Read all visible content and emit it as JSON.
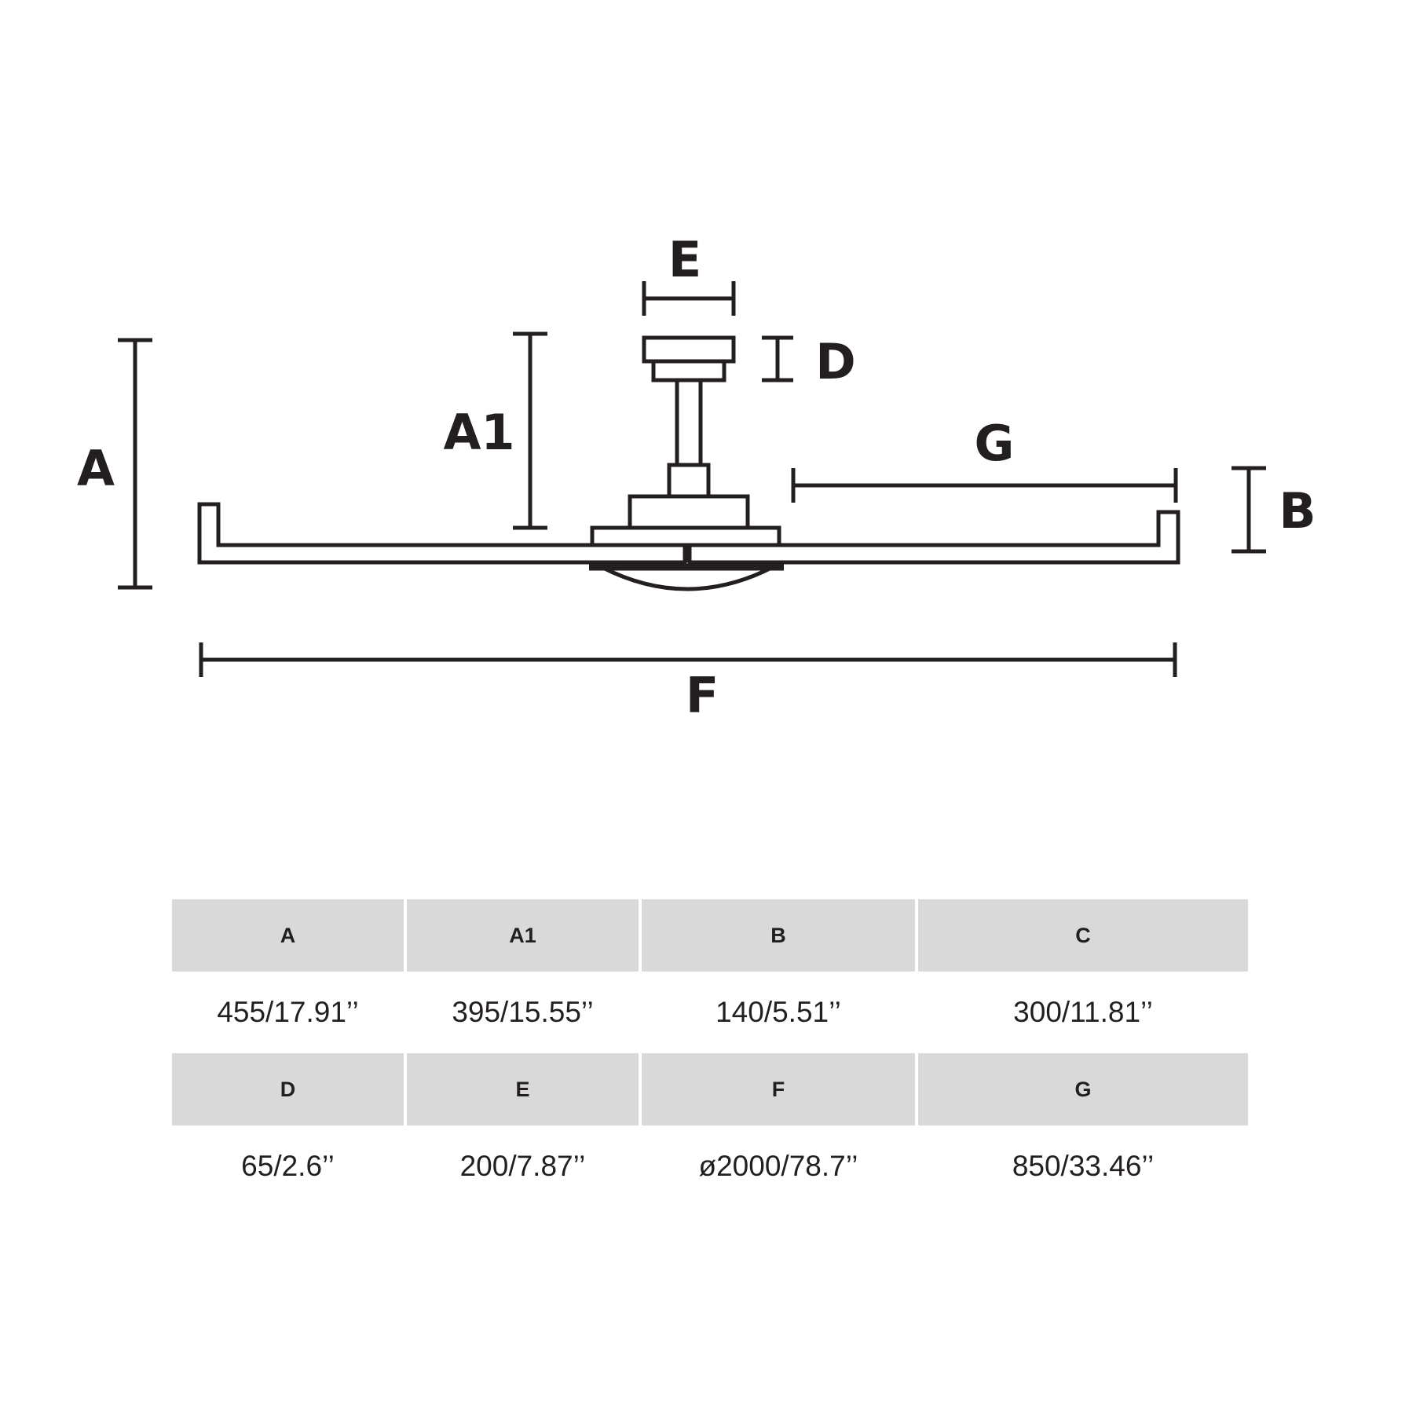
{
  "diagram": {
    "labels": {
      "a": "A",
      "a1": "A1",
      "b": "B",
      "d": "D",
      "e": "E",
      "f": "F",
      "g": "G"
    },
    "line_color": "#231f20"
  },
  "table": {
    "header_bg": "#d9d9d9",
    "rows": [
      {
        "headers": [
          "A",
          "A1",
          "B",
          "C"
        ],
        "values": [
          "455/17.91’’",
          "395/15.55’’",
          "140/5.51’’",
          "300/11.81’’"
        ]
      },
      {
        "headers": [
          "D",
          "E",
          "F",
          "G"
        ],
        "values": [
          "65/2.6’’",
          "200/7.87’’",
          "ø2000/78.7’’",
          "850/33.46’’"
        ]
      }
    ]
  }
}
